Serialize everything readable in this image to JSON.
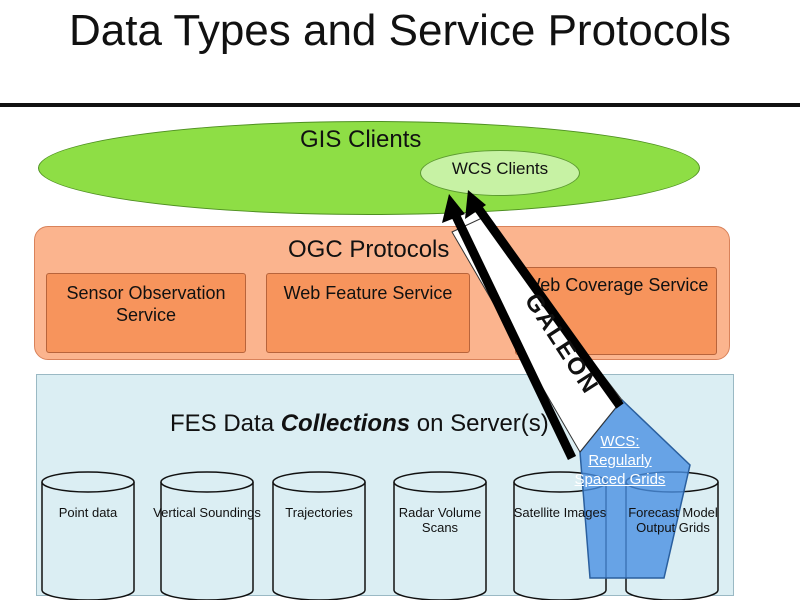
{
  "title": "Data Types and Service Protocols",
  "gis_clients": "GIS Clients",
  "wcs_clients": "WCS Clients",
  "ogc_protocols": "OGC Protocols",
  "services": {
    "sos": "Sensor Observation Service",
    "wfs": "Web Feature Service",
    "wcs": "Web Coverage Service"
  },
  "galeon": "GALEON",
  "fes": {
    "prefix": "FES Data ",
    "emphasis": "Collections",
    "suffix": " on Server(s)"
  },
  "collections": [
    "Point data",
    "Vertical Soundings",
    "Trajectories",
    "Radar Volume Scans",
    "Satellite Images",
    "Forecast Model Output Grids"
  ],
  "wcs_grids": "WCS: Regularly Spaced Grids",
  "colors": {
    "gis_ellipse": "#8ede45",
    "ogc_panel": "#fbb48e",
    "service_box": "#f7945c",
    "fes_panel": "#dbeef3",
    "wcs_pentagon": "#4a90e2"
  }
}
